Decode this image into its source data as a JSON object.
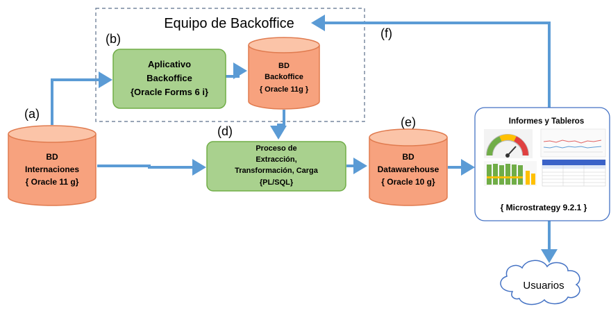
{
  "group": {
    "title": "Equipo de Backoffice"
  },
  "labels": {
    "a": "(a)",
    "b": "(b)",
    "d": "(d)",
    "e": "(e)",
    "f": "(f)"
  },
  "nodes": {
    "bd_internaciones": {
      "lines": [
        "BD",
        "Internaciones",
        "{ Oracle 11 g}"
      ]
    },
    "aplicativo": {
      "lines": [
        "Aplicativo",
        "Backoffice",
        "{Oracle Forms 6 i}"
      ]
    },
    "bd_backoffice": {
      "lines": [
        "BD",
        "Backoffice",
        "{ Oracle 11g  }"
      ]
    },
    "etl": {
      "lines": [
        "Proceso de",
        "Extracción,",
        "Transformación, Carga",
        "{PL/SQL}"
      ]
    },
    "bd_dw": {
      "lines": [
        "BD",
        "Datawarehouse",
        "{ Oracle 10 g}"
      ]
    },
    "informes": {
      "title": "Informes y Tableros",
      "footer": "{ Microstrategy 9.2.1 }"
    },
    "usuarios": {
      "label": "Usuarios"
    }
  },
  "colors": {
    "cylinder_fill": "#f7a27e",
    "cylinder_top": "#fbc4a8",
    "cylinder_stroke": "#e07b4f",
    "process_fill": "#a9d18e",
    "process_stroke": "#70ad47",
    "arrow": "#5b9bd5",
    "cloud_stroke": "#4472c4",
    "panel_stroke": "#4472c4"
  }
}
